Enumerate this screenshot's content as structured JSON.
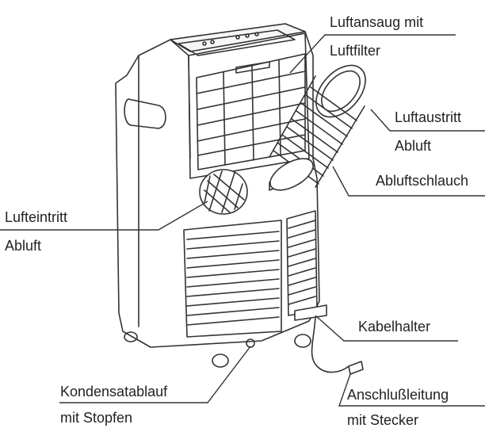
{
  "labels": {
    "luftansaug": [
      "Luftansaug mit",
      "Luftfilter"
    ],
    "luftaustritt": [
      "Luftaustritt",
      "Abluft"
    ],
    "abluftschlauch": "Abluftschlauch",
    "lufteintritt": [
      "Lufteintritt",
      "Abluft"
    ],
    "kabelhalter": "Kabelhalter",
    "kondensat": [
      "Kondensatablauf",
      "mit Stopfen"
    ],
    "anschluss": [
      "Anschlußleitung",
      "mit Stecker"
    ]
  },
  "colors": {
    "line": "#333333",
    "text": "#222222",
    "background": "#ffffff"
  }
}
